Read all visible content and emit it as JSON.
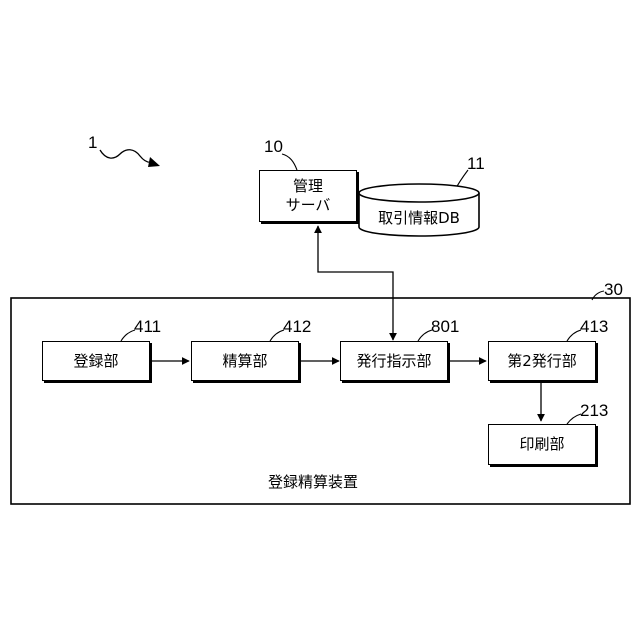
{
  "figure": {
    "system_ref": "1",
    "server": {
      "ref": "10",
      "line1": "管理",
      "line2": "サーバ"
    },
    "database": {
      "ref": "11",
      "label": "取引情報DB"
    },
    "apparatus": {
      "ref": "30",
      "caption": "登録精算装置"
    },
    "units": {
      "registration": {
        "ref": "411",
        "label": "登録部"
      },
      "settlement": {
        "ref": "412",
        "label": "精算部"
      },
      "issue_instruction": {
        "ref": "801",
        "label": "発行指示部"
      },
      "second_issue": {
        "ref": "413",
        "label": "第2発行部"
      },
      "printing": {
        "ref": "213",
        "label": "印刷部"
      }
    }
  }
}
